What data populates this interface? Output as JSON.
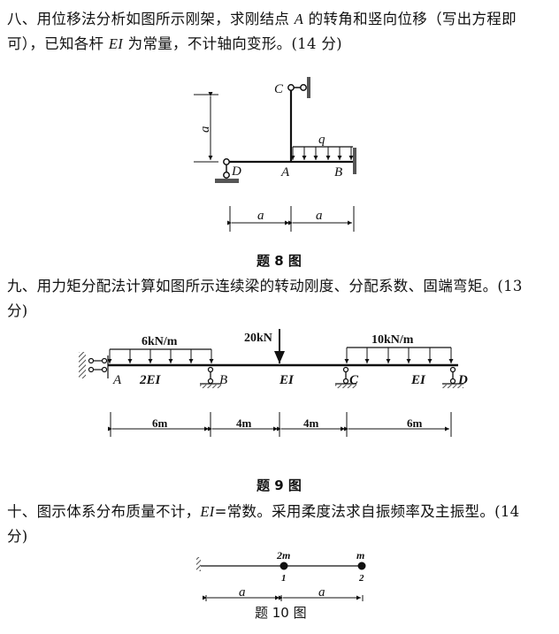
{
  "q8": {
    "line1_pre": "八、用位移法分析如图所示刚架，求刚结点 ",
    "line1_var": "A",
    "line1_post": " 的转角和竖向位移（写出方程即",
    "line2_pre": "可），已知各杆 ",
    "line2_var": "EI",
    "line2_post": " 为常量，不计轴向变形。(14 分)",
    "figure": {
      "labels": {
        "C": "C",
        "D": "D",
        "A": "A",
        "B": "B",
        "q": "q",
        "height": "a",
        "span1": "a",
        "span2": "a"
      },
      "caption": "题 8 图"
    }
  },
  "q9": {
    "line1": "九、用力矩分配法计算如图所示连续梁的转动刚度、分配系数、固端弯矩。(13",
    "line2": "分)",
    "figure": {
      "loads": {
        "left_udl": "6kN/m",
        "point": "20kN",
        "right_udl": "10kN/m"
      },
      "labels": {
        "A": "A",
        "B": "B",
        "C": "C",
        "D": "D",
        "ei_ab": "2EI",
        "ei_bc": "EI",
        "ei_cd": "EI"
      },
      "spans": [
        "6m",
        "4m",
        "4m",
        "6m"
      ],
      "caption": "题 9 图"
    }
  },
  "q10": {
    "line1_pre": "十、图示体系分布质量不计，",
    "line1_var": "EI",
    "line1_post": "=常数。采用柔度法求自振频率及主振型。(14",
    "line2": "分)",
    "figure": {
      "labels": {
        "mass1": "2m",
        "mass2": "m",
        "node1": "1",
        "node2": "2",
        "span1": "a",
        "span2": "a"
      },
      "caption": "题 10 图"
    }
  }
}
